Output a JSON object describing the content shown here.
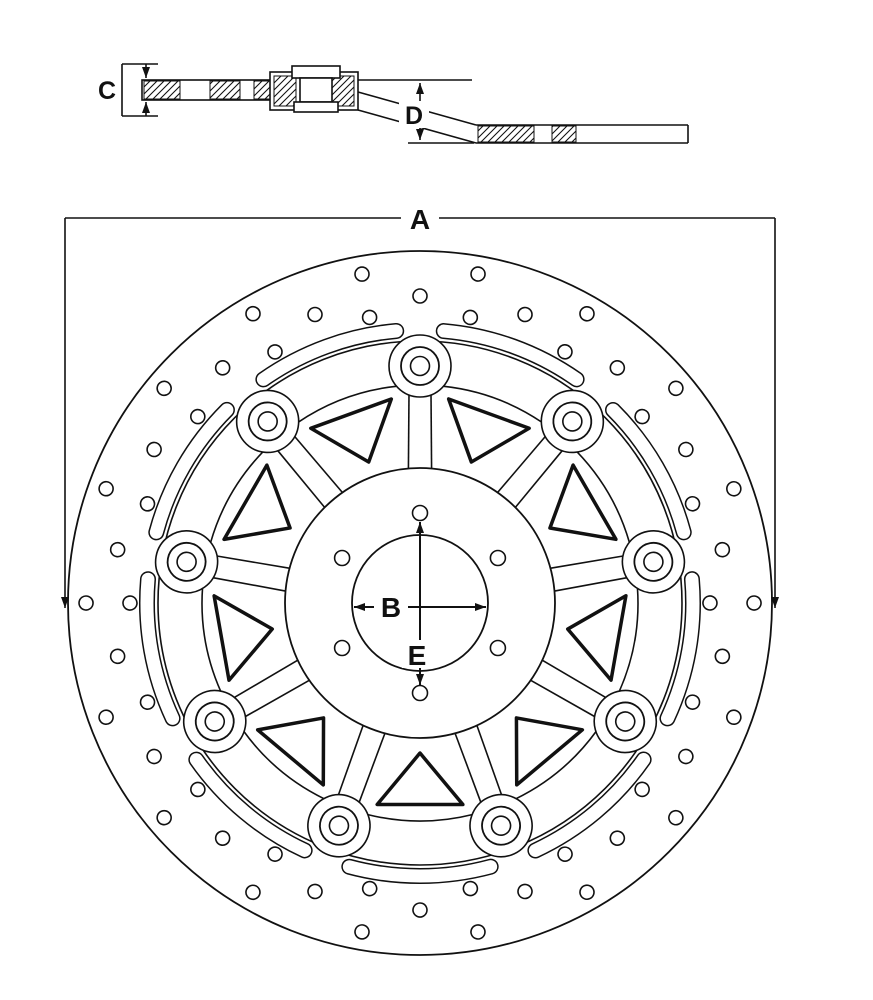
{
  "diagram": {
    "labels": {
      "a": "A",
      "b": "B",
      "c": "C",
      "d": "D",
      "e": "E"
    },
    "colors": {
      "line": "#111111",
      "background": "#ffffff"
    }
  }
}
